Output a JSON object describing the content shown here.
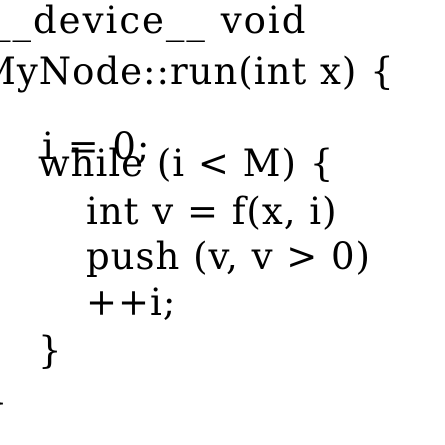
{
  "code": {
    "lines": [
      "__device__ void",
      "MyNode::run(int x) {",
      "i = 0;",
      "while (i < M) {",
      "int v = f(x, i)",
      "push (v, v > 0)",
      "++i;",
      "}",
      "}"
    ]
  }
}
